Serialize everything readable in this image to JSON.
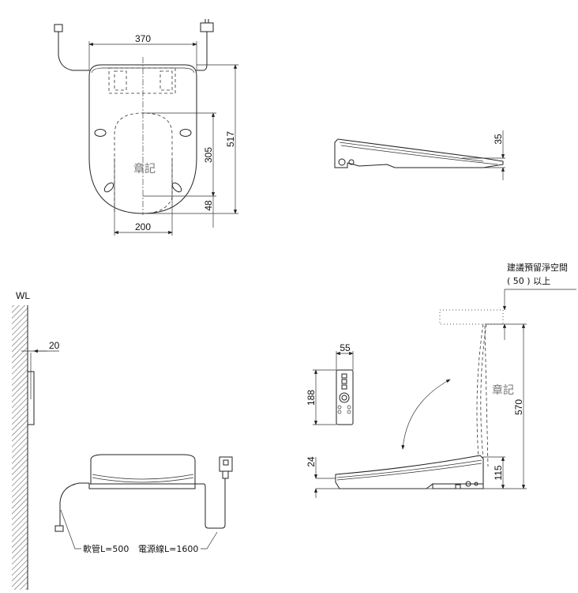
{
  "top_view": {
    "dim_width": "370",
    "dim_length": "517",
    "dim_opening_length": "305",
    "dim_front": "48",
    "dim_opening_width": "200",
    "stamp": "章記"
  },
  "side_view": {
    "dim_height": "35"
  },
  "wall_view": {
    "wall_label": "WL",
    "dim_offset": "20",
    "hose_label": "軟管L=500",
    "cord_label": "電源線L=1600"
  },
  "remote": {
    "dim_width": "55",
    "dim_height": "188"
  },
  "open_view": {
    "clearance_line1": "建議預留淨空間",
    "clearance_line2": "( 50 ) 以上",
    "dim_open_height": "570",
    "dim_hinge_height": "115",
    "dim_seat_height": "24",
    "stamp": "章記"
  }
}
